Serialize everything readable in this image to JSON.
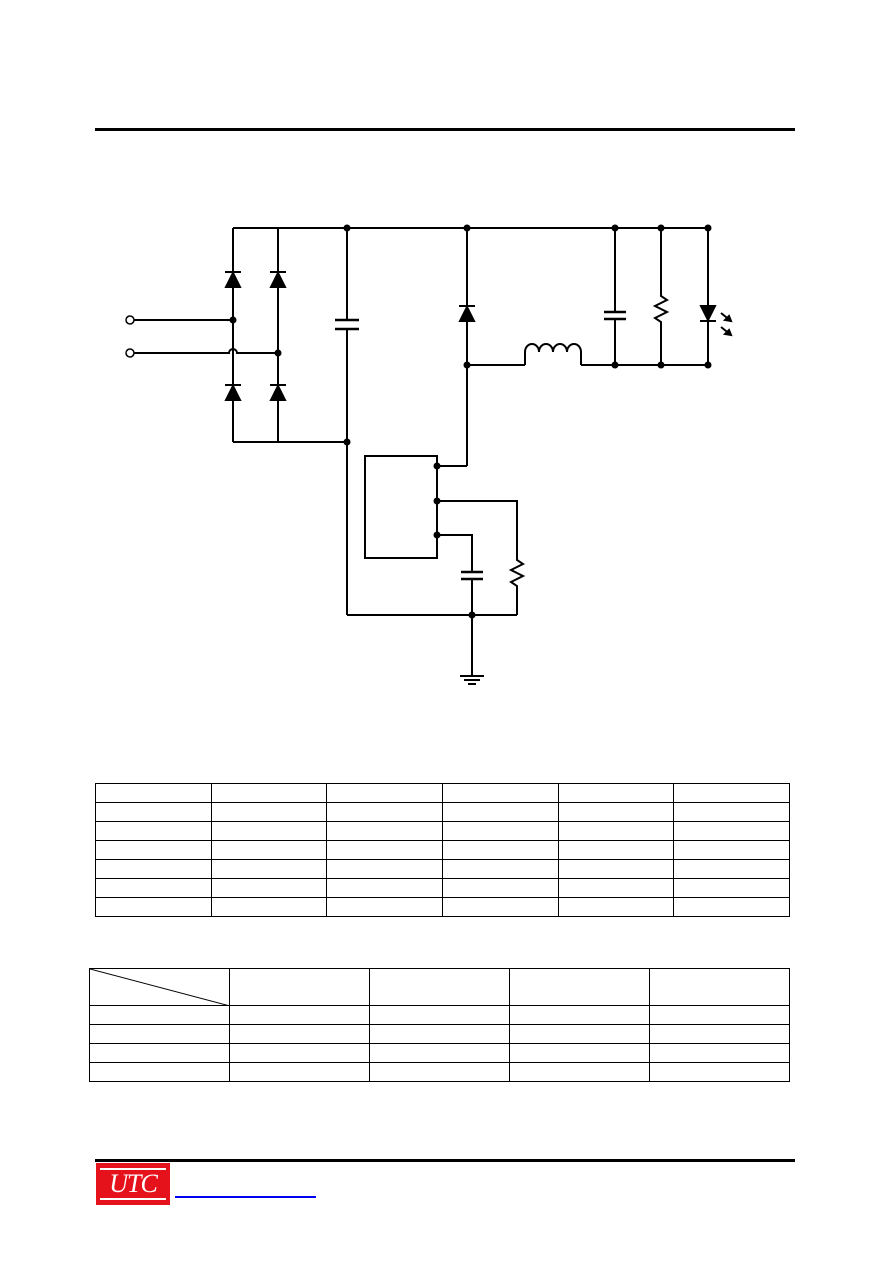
{
  "document": {
    "table1": {
      "rows": 7,
      "cols": 6
    },
    "table2": {
      "rows": 5,
      "cols": 5,
      "header_has_diagonal": true
    }
  },
  "footer": {
    "logo_text": "UTC",
    "logo_color": "#e5121c",
    "link_color": "#0000ee"
  },
  "schematic": {
    "wire_color": "#000000",
    "components": [
      "ac-input-terminal",
      "bridge-rectifier-diode",
      "capacitor",
      "freewheel-diode",
      "inductor",
      "resistor",
      "led",
      "driver-ic",
      "ground"
    ]
  }
}
